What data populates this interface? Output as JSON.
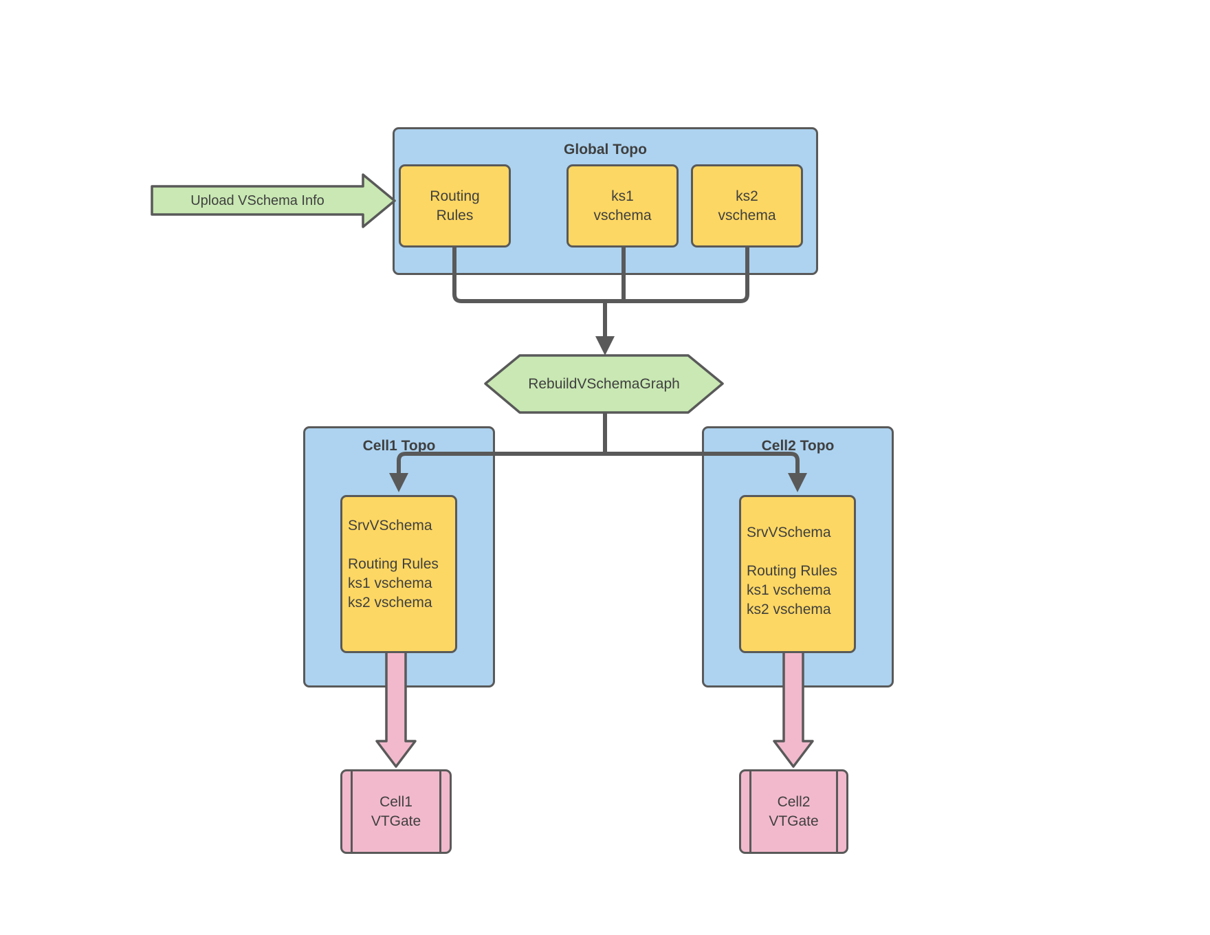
{
  "palette": {
    "blue": "#ADD3F0",
    "yellow": "#FDD763",
    "green": "#C9E8B3",
    "pink": "#F2B9CC",
    "line": "#595959",
    "text": "#3F3F3F"
  },
  "upload_arrow": {
    "label": "Upload VSchema Info"
  },
  "global_topo": {
    "title": "Global Topo",
    "routing_rules": "Routing\nRules",
    "ks1": "ks1\nvschema",
    "ks2": "ks2\nvschema"
  },
  "rebuild_step": {
    "label": "RebuildVSchemaGraph"
  },
  "cell1": {
    "title": "Cell1 Topo",
    "srv_vschema": "SrvVSchema\n\nRouting Rules\nks1 vschema\nks2 vschema",
    "vtgate": "Cell1\nVTGate"
  },
  "cell2": {
    "title": "Cell2 Topo",
    "srv_vschema": "SrvVSchema\n\nRouting Rules\nks1 vschema\nks2 vschema",
    "vtgate": "Cell2\nVTGate"
  }
}
